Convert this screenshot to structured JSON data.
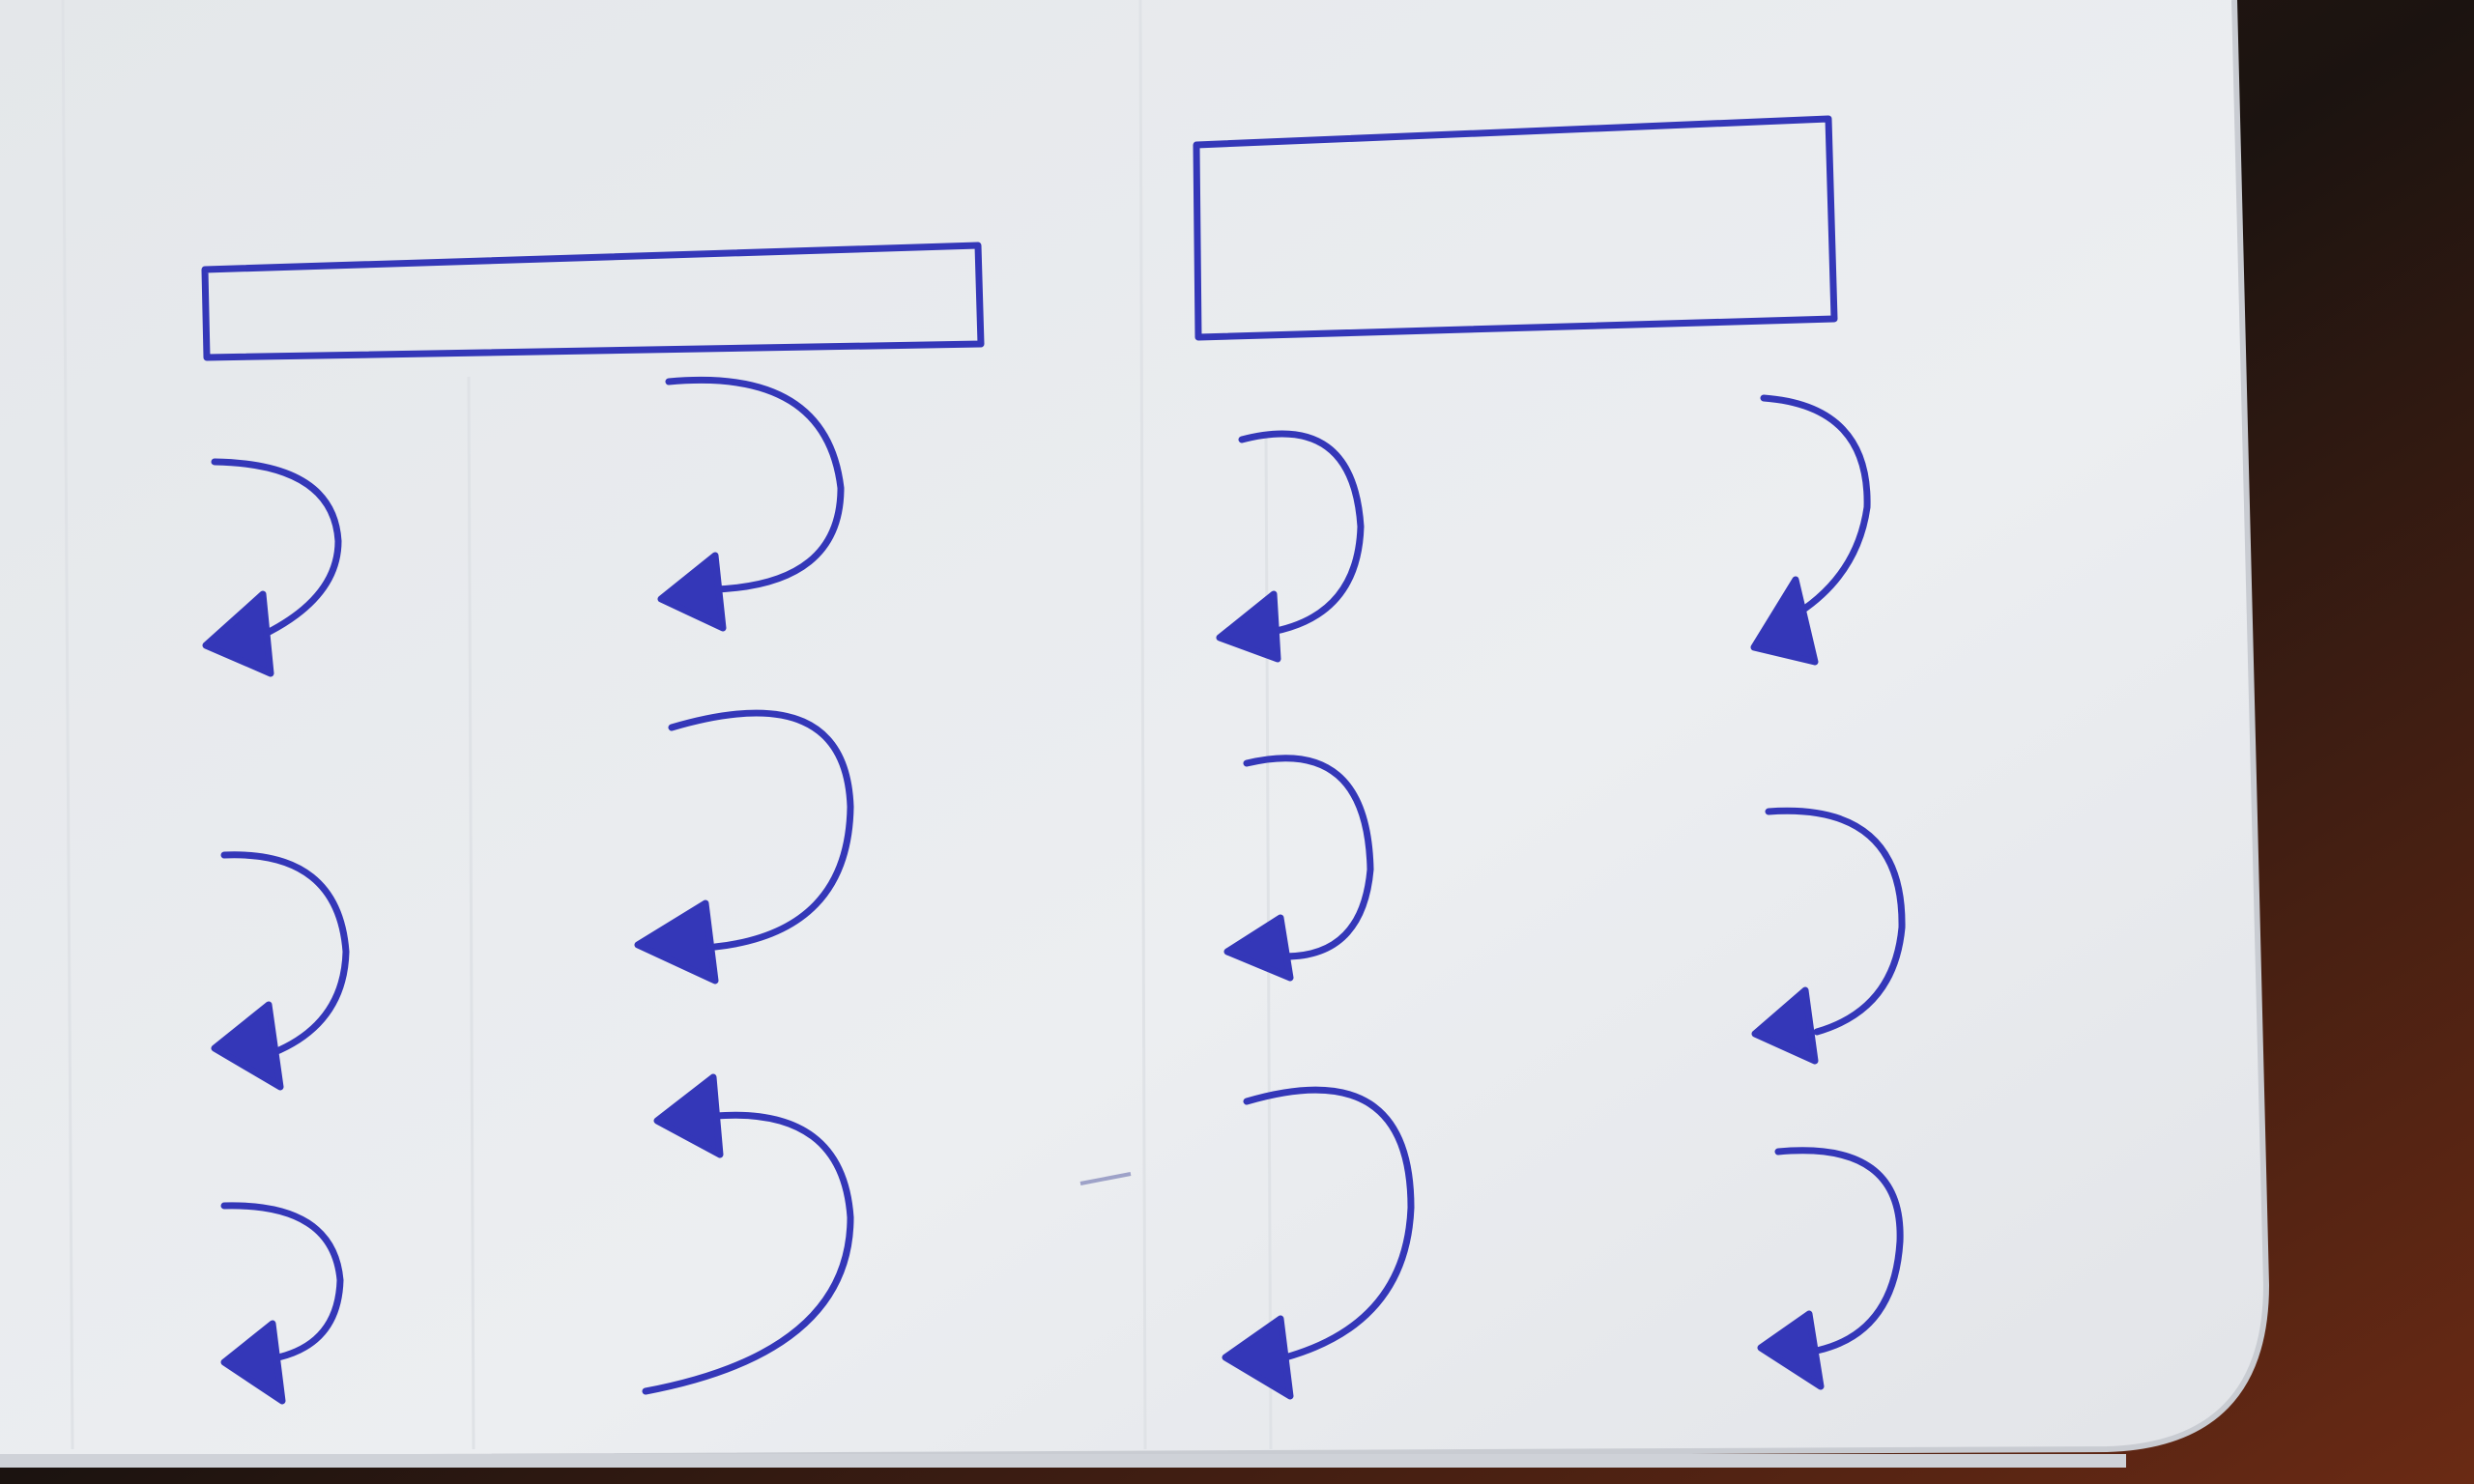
{
  "photo": {
    "subject": "hand-drawn-notebook-sketch",
    "colors": {
      "paper": "#e9ebee",
      "paper_shadow": "#d8dbe0",
      "ink": "#3437b8",
      "table": "#5a2414",
      "table_dark": "#1b1310"
    },
    "groups": [
      {
        "id": "left-group",
        "box": "long-rectangle",
        "columns": [
          {
            "id": "left-col-1",
            "arrows": [
              "curve-down",
              "curve-down",
              "curve-down"
            ]
          },
          {
            "id": "left-col-2",
            "arrows": [
              "curve-down",
              "curve-down",
              "curve-up"
            ]
          }
        ]
      },
      {
        "id": "right-group",
        "box": "tall-rectangle",
        "columns": [
          {
            "id": "right-col-1",
            "arrows": [
              "curve-down",
              "curve-down",
              "curve-down"
            ]
          },
          {
            "id": "right-col-2",
            "arrows": [
              "curve-down",
              "curve-down",
              "curve-down"
            ]
          }
        ]
      }
    ]
  }
}
